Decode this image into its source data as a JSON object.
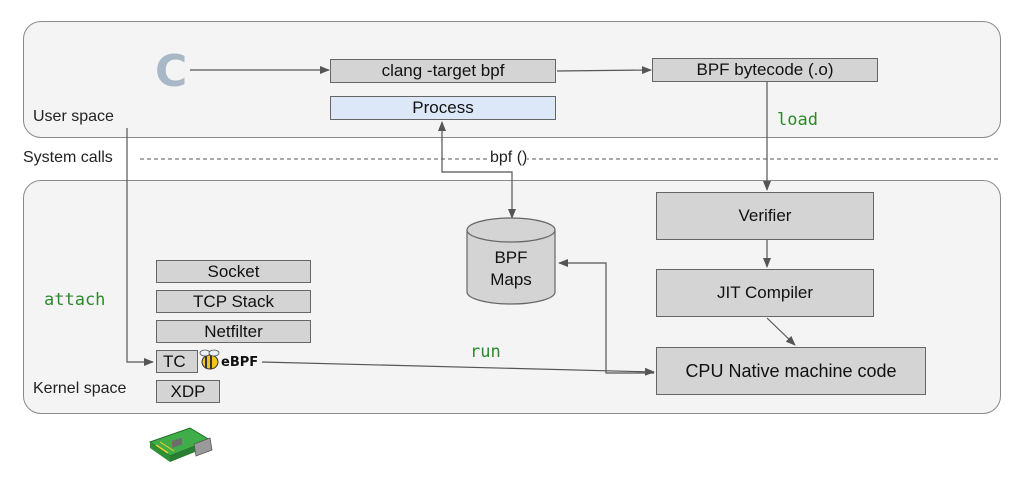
{
  "labels": {
    "user_space": "User space",
    "system_calls": "System calls",
    "kernel_space": "Kernel space",
    "bpf_syscall": "bpf ()"
  },
  "code_labels": {
    "load": "load",
    "attach": "attach",
    "run": "run"
  },
  "user_nodes": {
    "c_source": "C",
    "compiler": "clang -target bpf",
    "bytecode": "BPF bytecode (.o)",
    "process": "Process"
  },
  "kernel_nodes": {
    "verifier": "Verifier",
    "jit": "JIT Compiler",
    "native": "CPU Native machine code",
    "maps": "BPF Maps"
  },
  "hooks": [
    "Socket",
    "TCP Stack",
    "Netfilter",
    "TC",
    "XDP"
  ],
  "ebpf_logo": "eBPF",
  "colors": {
    "panel": "#f4f4f4",
    "box": "#d4d4d4",
    "process_box": "#dce8f8",
    "code_text": "#2c8a2c",
    "c_logo": "#a9b8c6"
  }
}
